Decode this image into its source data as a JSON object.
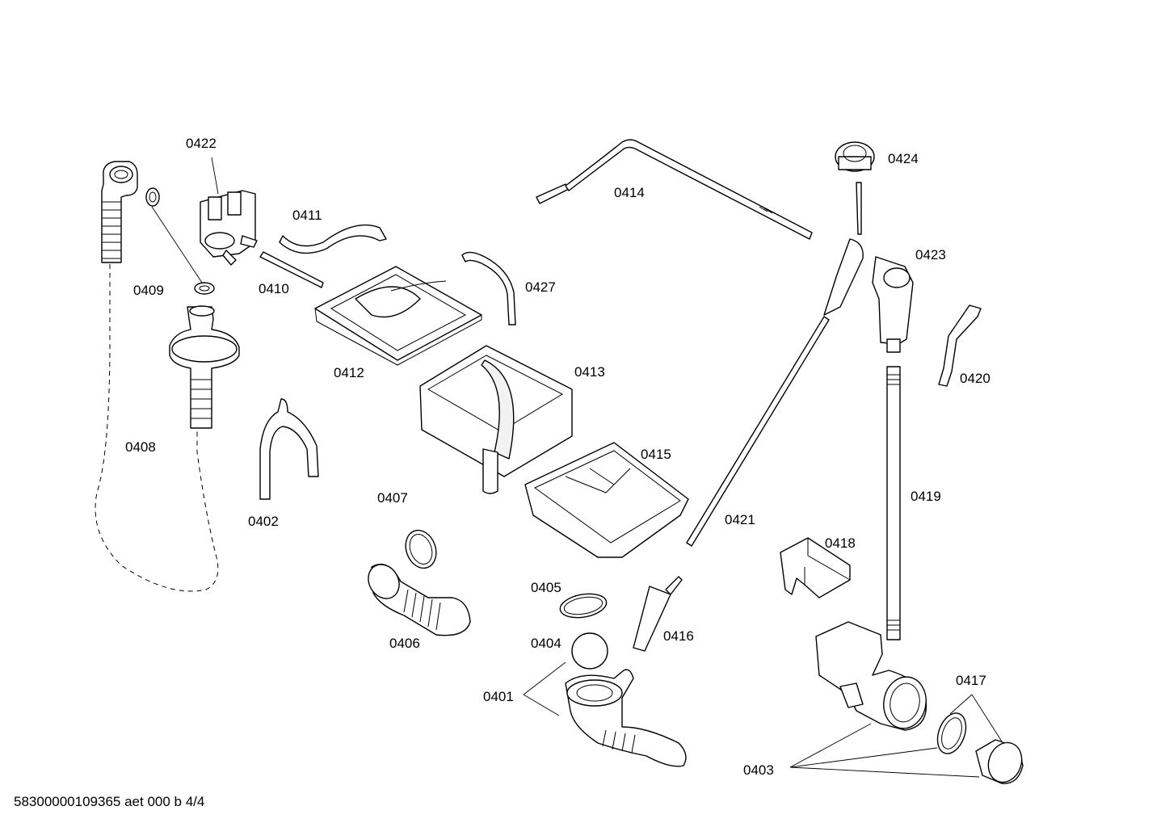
{
  "parts": [
    {
      "id": "0422",
      "label": "0422"
    },
    {
      "id": "0409",
      "label": "0409"
    },
    {
      "id": "0411",
      "label": "0411"
    },
    {
      "id": "0410",
      "label": "0410"
    },
    {
      "id": "0414",
      "label": "0414"
    },
    {
      "id": "0424",
      "label": "0424"
    },
    {
      "id": "0423",
      "label": "0423"
    },
    {
      "id": "0427",
      "label": "0427"
    },
    {
      "id": "0412",
      "label": "0412"
    },
    {
      "id": "0413",
      "label": "0413"
    },
    {
      "id": "0420",
      "label": "0420"
    },
    {
      "id": "0408",
      "label": "0408"
    },
    {
      "id": "0415",
      "label": "0415"
    },
    {
      "id": "0419",
      "label": "0419"
    },
    {
      "id": "0407",
      "label": "0407"
    },
    {
      "id": "0402",
      "label": "0402"
    },
    {
      "id": "0421",
      "label": "0421"
    },
    {
      "id": "0418",
      "label": "0418"
    },
    {
      "id": "0405",
      "label": "0405"
    },
    {
      "id": "0416",
      "label": "0416"
    },
    {
      "id": "0406",
      "label": "0406"
    },
    {
      "id": "0404",
      "label": "0404"
    },
    {
      "id": "0417",
      "label": "0417"
    },
    {
      "id": "0401",
      "label": "0401"
    },
    {
      "id": "0403",
      "label": "0403"
    }
  ],
  "footer": "58300000109365 aet 000 b 4/4"
}
